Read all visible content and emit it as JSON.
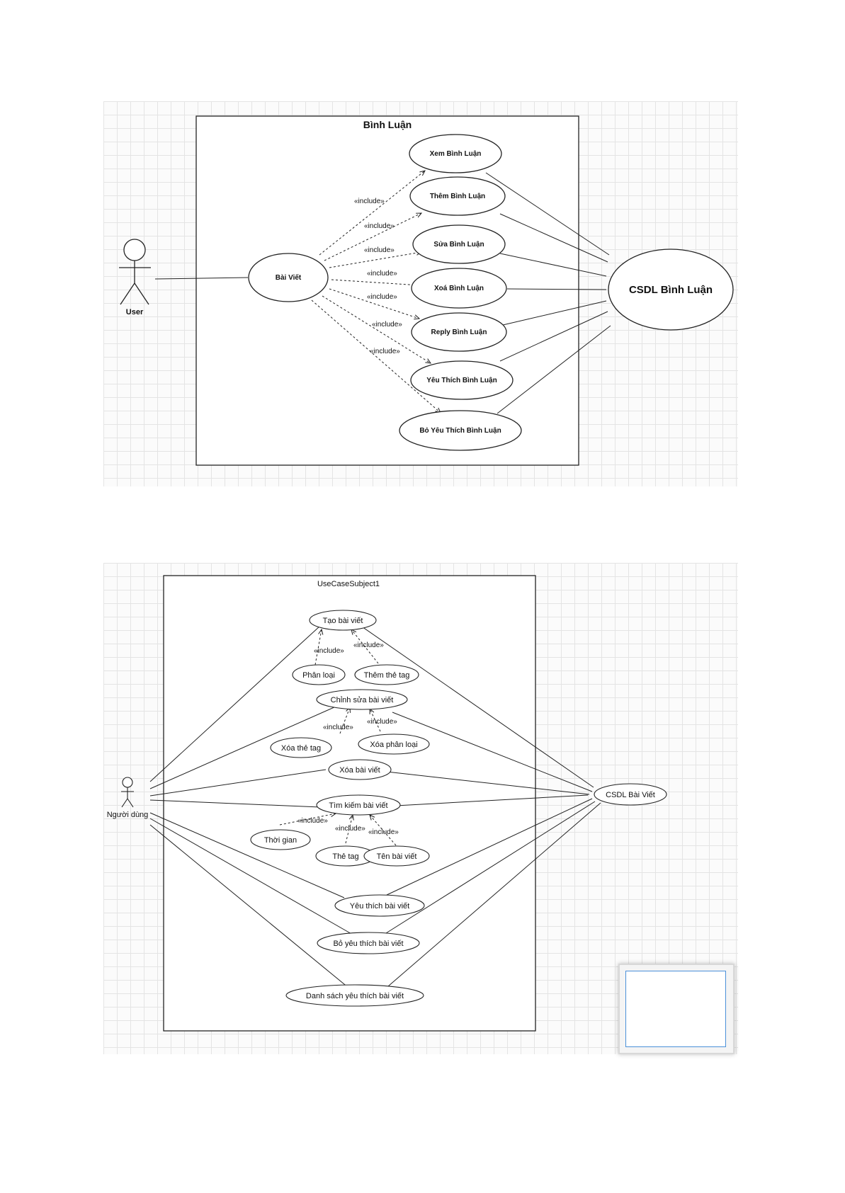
{
  "diagram1": {
    "system_title": "Bình Luận",
    "actor": "User",
    "main_usecase": "Bài Viết",
    "database": "CSDL Bình Luận",
    "relation_label": "«include»",
    "usecases": [
      "Xem Bình Luận",
      "Thêm Bình Luận",
      "Sửa Bình Luận",
      "Xoá Bình Luận",
      "Reply Bình Luận",
      "Yêu Thích Bình Luận",
      "Bỏ Yêu Thích Bình Luận"
    ]
  },
  "diagram2": {
    "system_title": "UseCaseSubject1",
    "actor": "Người dùng",
    "database": "CSDL Bài Viết",
    "relation_label": "«include»",
    "usecases": {
      "tao_bai_viet": "Tạo bài viết",
      "phan_loai": "Phân loại",
      "them_the_tag": "Thêm thẻ tag",
      "chinh_sua": "Chỉnh sửa bài viết",
      "xoa_the_tag": "Xóa thẻ tag",
      "xoa_phan_loai": "Xóa phân loại",
      "xoa_bai_viet": "Xóa bài viết",
      "tim_kiem": "Tìm kiếm bài viết",
      "thoi_gian": "Thời gian",
      "the_tag": "Thẻ tag",
      "ten_bai_viet": "Tên bài viết",
      "yeu_thich": "Yêu thích bài viết",
      "bo_yeu_thich": "Bỏ yêu thích bài viết",
      "danh_sach": "Danh sách yêu thích bài viết"
    }
  }
}
